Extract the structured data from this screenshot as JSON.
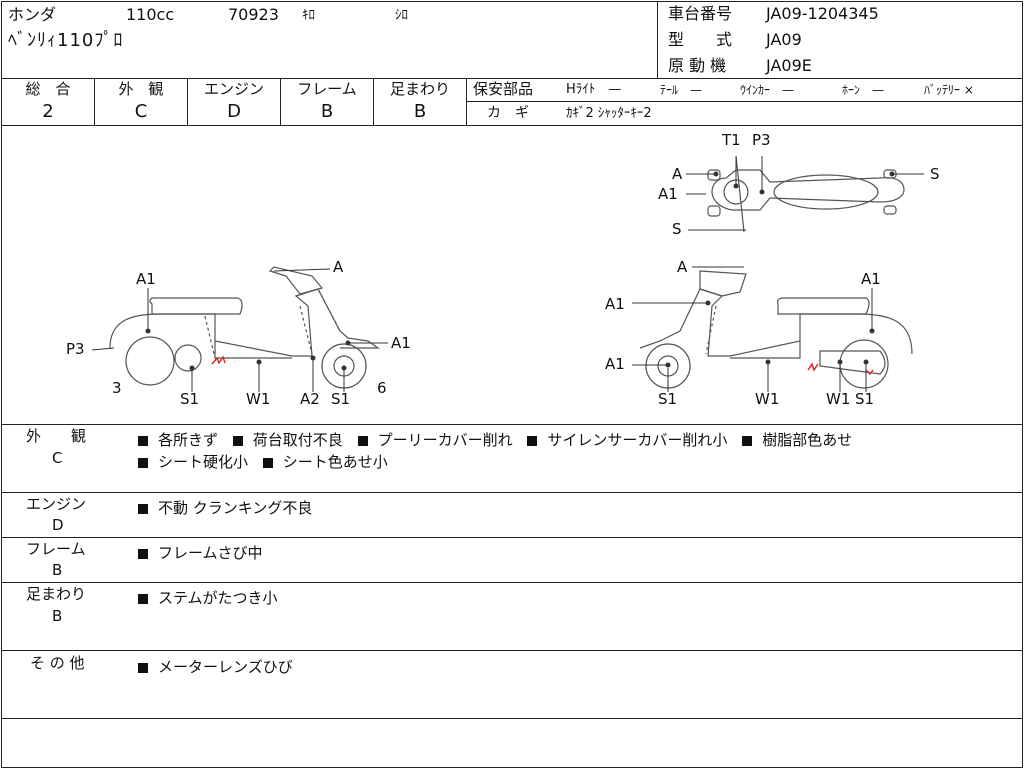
{
  "header": {
    "maker": "ホンダ",
    "displacement": "110cc",
    "mileage": "70923",
    "mileage_unit": "ｷﾛ",
    "color": "ｼﾛ",
    "model_name": "ﾍﾞﾝﾘｨ110ﾌﾟﾛ",
    "frame_no_label": "車台番号",
    "frame_no": "JA09-1204345",
    "model_label": "型　　式",
    "model_code": "JA09",
    "engine_label": "原 動 機",
    "engine_code": "JA09E"
  },
  "grades": {
    "overall": {
      "label": "総　合",
      "value": "2"
    },
    "exterior": {
      "label": "外　観",
      "value": "C"
    },
    "engine": {
      "label": "エンジン",
      "value": "D"
    },
    "frame": {
      "label": "フレーム",
      "value": "B"
    },
    "suspension": {
      "label": "足まわり",
      "value": "B"
    }
  },
  "safety_parts": {
    "label": "保安部品",
    "headlight": "Hﾗｲﾄ　—",
    "taillight": "ﾃｰﾙ　—",
    "winker": "ｳｲﾝｶｰ　—",
    "horn": "ﾎｰﾝ　—",
    "battery": "ﾊﾞｯﾃﾘｰ ×",
    "key_label": "カ　ギ",
    "key_value": "ｶｷﾞ2 ｼｬｯﾀｰｷｰ2"
  },
  "diagram": {
    "top_labels": {
      "t1": "T1",
      "p3": "P3",
      "a": "A",
      "a1": "A1",
      "s_left": "S",
      "s_right": "S"
    },
    "left_labels": {
      "a1_top": "A1",
      "a": "A",
      "p3": "P3",
      "a1_right": "A1",
      "n3": "3",
      "n6": "6",
      "s1_left": "S1",
      "w1": "W1",
      "a2": "A2",
      "s1_right": "S1"
    },
    "right_labels": {
      "a": "A",
      "a1_top": "A1",
      "a1_upper": "A1",
      "a1_lower": "A1",
      "s1_left": "S1",
      "w1": "W1",
      "w1_right": "W1",
      "s1_right": "S1"
    }
  },
  "defects": {
    "exterior": {
      "label": "外　　観",
      "grade": "C",
      "line1": [
        "各所きず",
        "荷台取付不良",
        "プーリーカバー削れ",
        "サイレンサーカバー削れ小",
        "樹脂部色あせ"
      ],
      "line2": [
        "シート硬化小",
        "シート色あせ小"
      ]
    },
    "engine": {
      "label": "エンジン",
      "grade": "D",
      "items": [
        "不動 クランキング不良"
      ]
    },
    "frame": {
      "label": "フレーム",
      "grade": "B",
      "items": [
        "フレームさび中"
      ]
    },
    "suspension": {
      "label": "足まわり",
      "grade": "B",
      "items": [
        "ステムがたつき小"
      ]
    },
    "other": {
      "label": "そ の 他",
      "items": [
        "メーターレンズひび"
      ]
    }
  }
}
